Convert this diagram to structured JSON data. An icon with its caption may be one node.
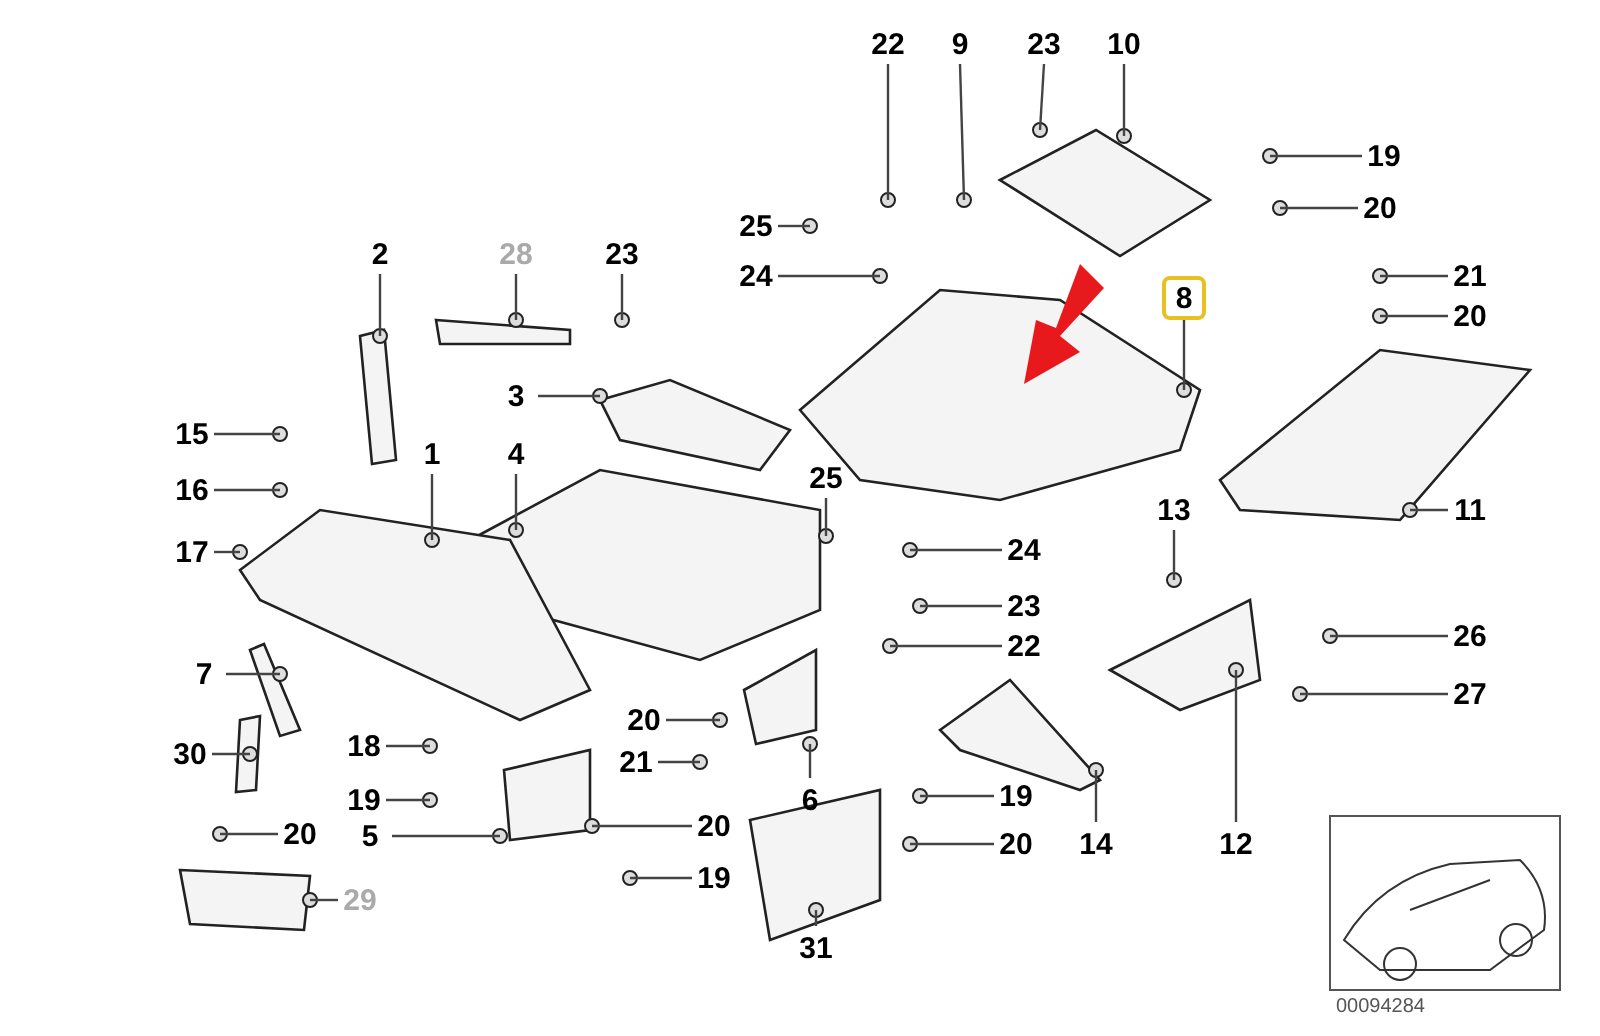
{
  "diagram": {
    "nodes": [
      {
        "text": [
          "22"
        ]
      },
      {
        "text": [
          "9"
        ]
      },
      {
        "text": [
          "23"
        ]
      },
      {
        "text": [
          "10"
        ]
      },
      {
        "text": [
          "19"
        ]
      },
      {
        "text": [
          "20"
        ]
      },
      {
        "text": [
          "25"
        ]
      },
      {
        "text": [
          "24"
        ]
      },
      {
        "text": [
          "2"
        ]
      },
      {
        "text": [
          "28"
        ]
      },
      {
        "text": [
          "23"
        ]
      },
      {
        "text": [
          "8"
        ]
      },
      {
        "text": [
          "21"
        ]
      },
      {
        "text": [
          "20"
        ]
      },
      {
        "text": [
          "3"
        ]
      },
      {
        "text": [
          "15"
        ]
      },
      {
        "text": [
          "1"
        ]
      },
      {
        "text": [
          "4"
        ]
      },
      {
        "text": [
          "25"
        ]
      },
      {
        "text": [
          "16"
        ]
      },
      {
        "text": [
          "11"
        ]
      },
      {
        "text": [
          "17"
        ]
      },
      {
        "text": [
          "13"
        ]
      },
      {
        "text": [
          "24"
        ]
      },
      {
        "text": [
          "23"
        ]
      },
      {
        "text": [
          "7"
        ]
      },
      {
        "text": [
          "22"
        ]
      },
      {
        "text": [
          "26"
        ]
      },
      {
        "text": [
          "27"
        ]
      },
      {
        "text": [
          "20"
        ]
      },
      {
        "text": [
          "30"
        ]
      },
      {
        "text": [
          "18"
        ]
      },
      {
        "text": [
          "21"
        ]
      },
      {
        "text": [
          "19"
        ]
      },
      {
        "text": [
          "20"
        ]
      },
      {
        "text": [
          "5"
        ]
      },
      {
        "text": [
          "6"
        ]
      },
      {
        "text": [
          "19"
        ]
      },
      {
        "text": [
          "20"
        ]
      },
      {
        "text": [
          "14"
        ]
      },
      {
        "text": [
          "12"
        ]
      },
      {
        "text": [
          "19"
        ]
      },
      {
        "text": [
          "20"
        ]
      },
      {
        "text": [
          "29"
        ]
      },
      {
        "text": [
          "31"
        ]
      }
    ],
    "edges": [
      {
        "from": 0,
        "to": null,
        "arrow": "none"
      },
      {
        "from": 1,
        "to": null,
        "arrow": "none"
      },
      {
        "from": 2,
        "to": null,
        "arrow": "none"
      },
      {
        "from": 3,
        "to": null,
        "arrow": "none"
      },
      {
        "from": 4,
        "to": null,
        "arrow": "none"
      },
      {
        "from": 5,
        "to": null,
        "arrow": "none"
      },
      {
        "from": 6,
        "to": null,
        "arrow": "none"
      },
      {
        "from": 7,
        "to": null,
        "arrow": "none"
      },
      {
        "from": 8,
        "to": null,
        "arrow": "none"
      },
      {
        "from": 9,
        "to": null,
        "arrow": "none"
      },
      {
        "from": 10,
        "to": null,
        "arrow": "none"
      },
      {
        "from": 11,
        "to": null,
        "arrow": "none"
      },
      {
        "from": 12,
        "to": null,
        "arrow": "none"
      },
      {
        "from": 13,
        "to": null,
        "arrow": "none"
      },
      {
        "from": 14,
        "to": null,
        "arrow": "none"
      },
      {
        "from": 15,
        "to": null,
        "arrow": "none"
      },
      {
        "from": 16,
        "to": null,
        "arrow": "none"
      },
      {
        "from": 17,
        "to": null,
        "arrow": "none"
      },
      {
        "from": 18,
        "to": null,
        "arrow": "none"
      },
      {
        "from": 19,
        "to": null,
        "arrow": "none"
      },
      {
        "from": 20,
        "to": null,
        "arrow": "none"
      },
      {
        "from": 21,
        "to": null,
        "arrow": "none"
      },
      {
        "from": 22,
        "to": null,
        "arrow": "none"
      },
      {
        "from": 23,
        "to": null,
        "arrow": "none"
      },
      {
        "from": 24,
        "to": null,
        "arrow": "none"
      },
      {
        "from": 25,
        "to": null,
        "arrow": "none"
      },
      {
        "from": 26,
        "to": null,
        "arrow": "none"
      },
      {
        "from": 27,
        "to": null,
        "arrow": "none"
      },
      {
        "from": 28,
        "to": null,
        "arrow": "none"
      },
      {
        "from": 29,
        "to": null,
        "arrow": "none"
      },
      {
        "from": 30,
        "to": null,
        "arrow": "none"
      },
      {
        "from": 31,
        "to": null,
        "arrow": "none"
      },
      {
        "from": 32,
        "to": null,
        "arrow": "none"
      },
      {
        "from": 33,
        "to": null,
        "arrow": "none"
      },
      {
        "from": 34,
        "to": null,
        "arrow": "none"
      },
      {
        "from": 35,
        "to": null,
        "arrow": "none"
      },
      {
        "from": 36,
        "to": null,
        "arrow": "none"
      },
      {
        "from": 37,
        "to": null,
        "arrow": "none"
      },
      {
        "from": 38,
        "to": null,
        "arrow": "none"
      },
      {
        "from": 39,
        "to": null,
        "arrow": "none"
      },
      {
        "from": 40,
        "to": null,
        "arrow": "none"
      },
      {
        "from": 41,
        "to": null,
        "arrow": "none"
      },
      {
        "from": 42,
        "to": null,
        "arrow": "none"
      },
      {
        "from": 43,
        "to": null,
        "arrow": "none"
      },
      {
        "from": 44,
        "to": null,
        "arrow": "none"
      }
    ],
    "labels": [
      "00094284"
    ]
  }
}
